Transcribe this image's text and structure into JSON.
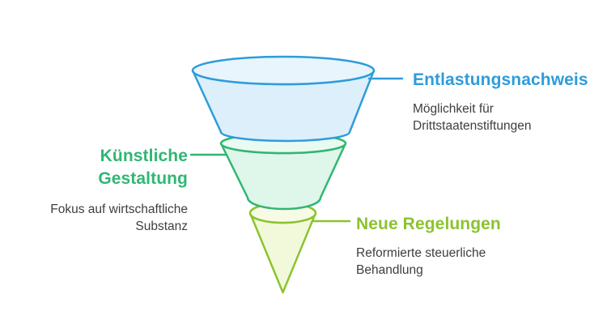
{
  "page": {
    "background": "#ffffff",
    "body_text_color": "#3E3E3E"
  },
  "funnel": {
    "stages": [
      {
        "name": "entlastungsnachweis",
        "title": "Entlastungsnachweis",
        "desc1": "Möglichkeit für",
        "desc2": "Drittstaatenstiftungen",
        "accent": "#2E9CDB",
        "body_fill": "#DCEFFA",
        "rim_fill": "#E8F5FC"
      },
      {
        "name": "kuenstliche-gestaltung",
        "title1": "Künstliche",
        "title2": "Gestaltung",
        "desc1": "Fokus auf wirtschaftliche",
        "desc2": "Substanz",
        "accent": "#30B674",
        "body_fill": "#DFF6EA",
        "rim_fill": "#E9FAF1"
      },
      {
        "name": "neue-regelungen",
        "title": "Neue Regelungen",
        "desc1": "Reformierte steuerliche",
        "desc2": "Behandlung",
        "accent": "#8CC32E",
        "body_fill": "#F2F9DB",
        "rim_fill": "#F7FBE6"
      }
    ]
  }
}
